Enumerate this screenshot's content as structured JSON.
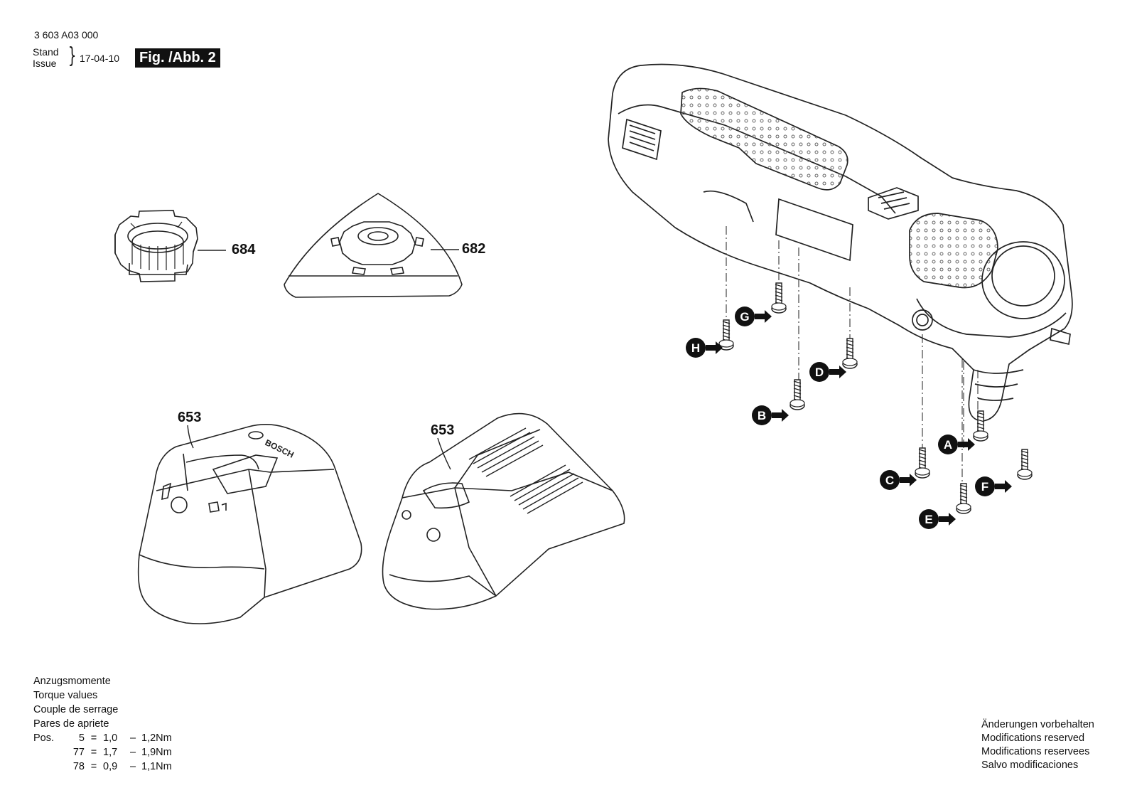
{
  "header": {
    "part_number": "3 603 A03 000",
    "stand_label": "Stand",
    "issue_label": "Issue",
    "date": "17-04-10",
    "figure": "Fig. /Abb. 2"
  },
  "parts": {
    "p684": "684",
    "p682": "682",
    "p653a": "653",
    "p653b": "653"
  },
  "charger_brand": "BOSCH",
  "screw_labels": [
    "A",
    "B",
    "C",
    "D",
    "E",
    "F",
    "G",
    "H"
  ],
  "torque": {
    "titles": [
      "Anzugsmomente",
      "Torque values",
      "Couple de serrage",
      "Pares de apriete"
    ],
    "pos_label": "Pos.",
    "rows": [
      {
        "pos": "5",
        "eq": "=",
        "min": "1,0",
        "dash": "–",
        "max": "1,2Nm"
      },
      {
        "pos": "77",
        "eq": "=",
        "min": "1,7",
        "dash": "–",
        "max": "1,9Nm"
      },
      {
        "pos": "78",
        "eq": "=",
        "min": "0,9",
        "dash": "–",
        "max": "1,1Nm"
      }
    ]
  },
  "rights": [
    "Änderungen vorbehalten",
    "Modifications reserved",
    "Modifications reservees",
    "Salvo modificaciones"
  ]
}
